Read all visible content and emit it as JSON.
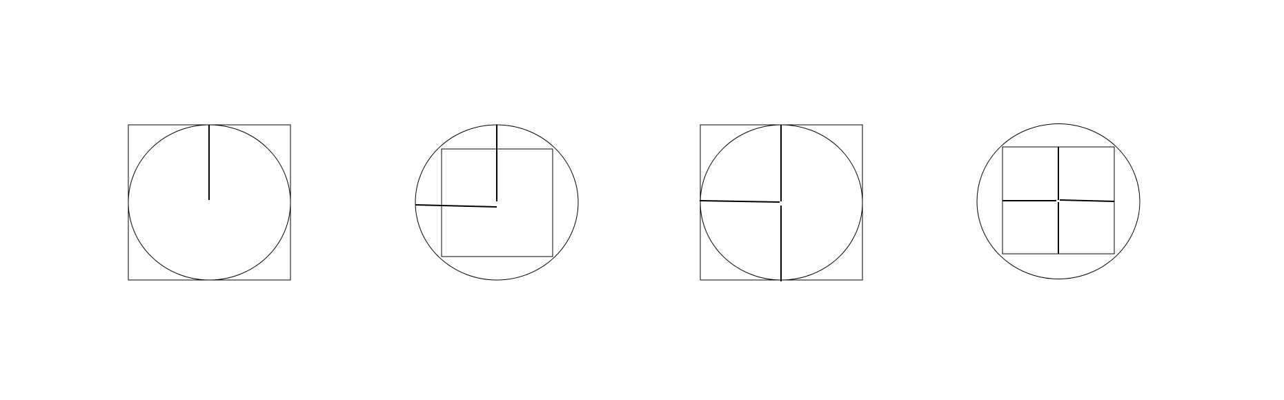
{
  "figures": [
    {
      "outer": "square",
      "inner": "circle",
      "radial_segments": 1
    },
    {
      "outer": "circle",
      "inner": "square",
      "radial_segments": 2
    },
    {
      "outer": "square",
      "inner": "circle",
      "radial_segments": 3
    },
    {
      "outer": "circle",
      "inner": "square",
      "radial_segments": 4
    }
  ],
  "colors": {
    "stroke": "#000000",
    "background": "#ffffff"
  }
}
